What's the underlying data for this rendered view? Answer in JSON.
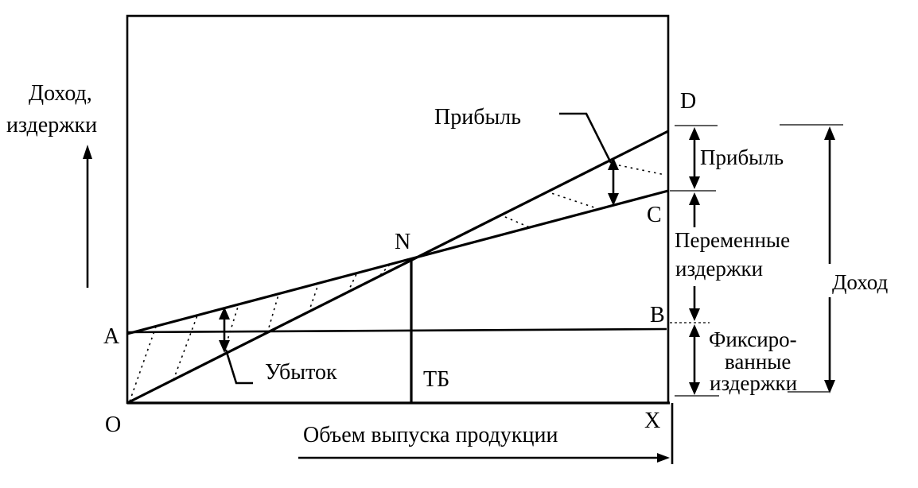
{
  "axes": {
    "y_label_line1": "Доход,",
    "y_label_line2": "издержки",
    "x_label": "Объем выпуска продукции"
  },
  "points": {
    "origin": "O",
    "a": "A",
    "b": "B",
    "c": "C",
    "d": "D",
    "n": "N",
    "x": "X",
    "tb": "ТБ"
  },
  "annotations": {
    "profit_callout": "Прибыль",
    "loss_callout": "Убыток"
  },
  "right_bracket": {
    "profit": "Прибыль",
    "variable_line1": "Переменные",
    "variable_line2": "издержки",
    "fixed_line1": "Фиксиро-",
    "fixed_line2": "ванные",
    "fixed_line3": "издержки",
    "revenue": "Доход"
  },
  "colors": {
    "ink": "#000000",
    "background": "#ffffff"
  }
}
